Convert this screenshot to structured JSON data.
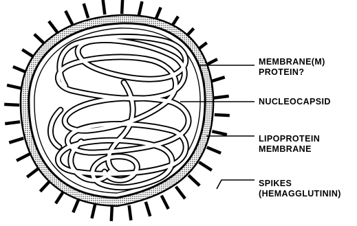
{
  "diagram": {
    "labels": {
      "membrane_protein": [
        "MEMBRANE(M)",
        "PROTEIN?"
      ],
      "nucleocapsid": [
        "NUCLEOCAPSID"
      ],
      "lipoprotein_membrane": [
        "LIPOPROTEIN",
        "MEMBRANE"
      ],
      "spikes": [
        "SPIKES",
        "(HEMAGGLUTININ)"
      ]
    }
  },
  "colors": {
    "ink": "#000000",
    "background": "#ffffff"
  }
}
